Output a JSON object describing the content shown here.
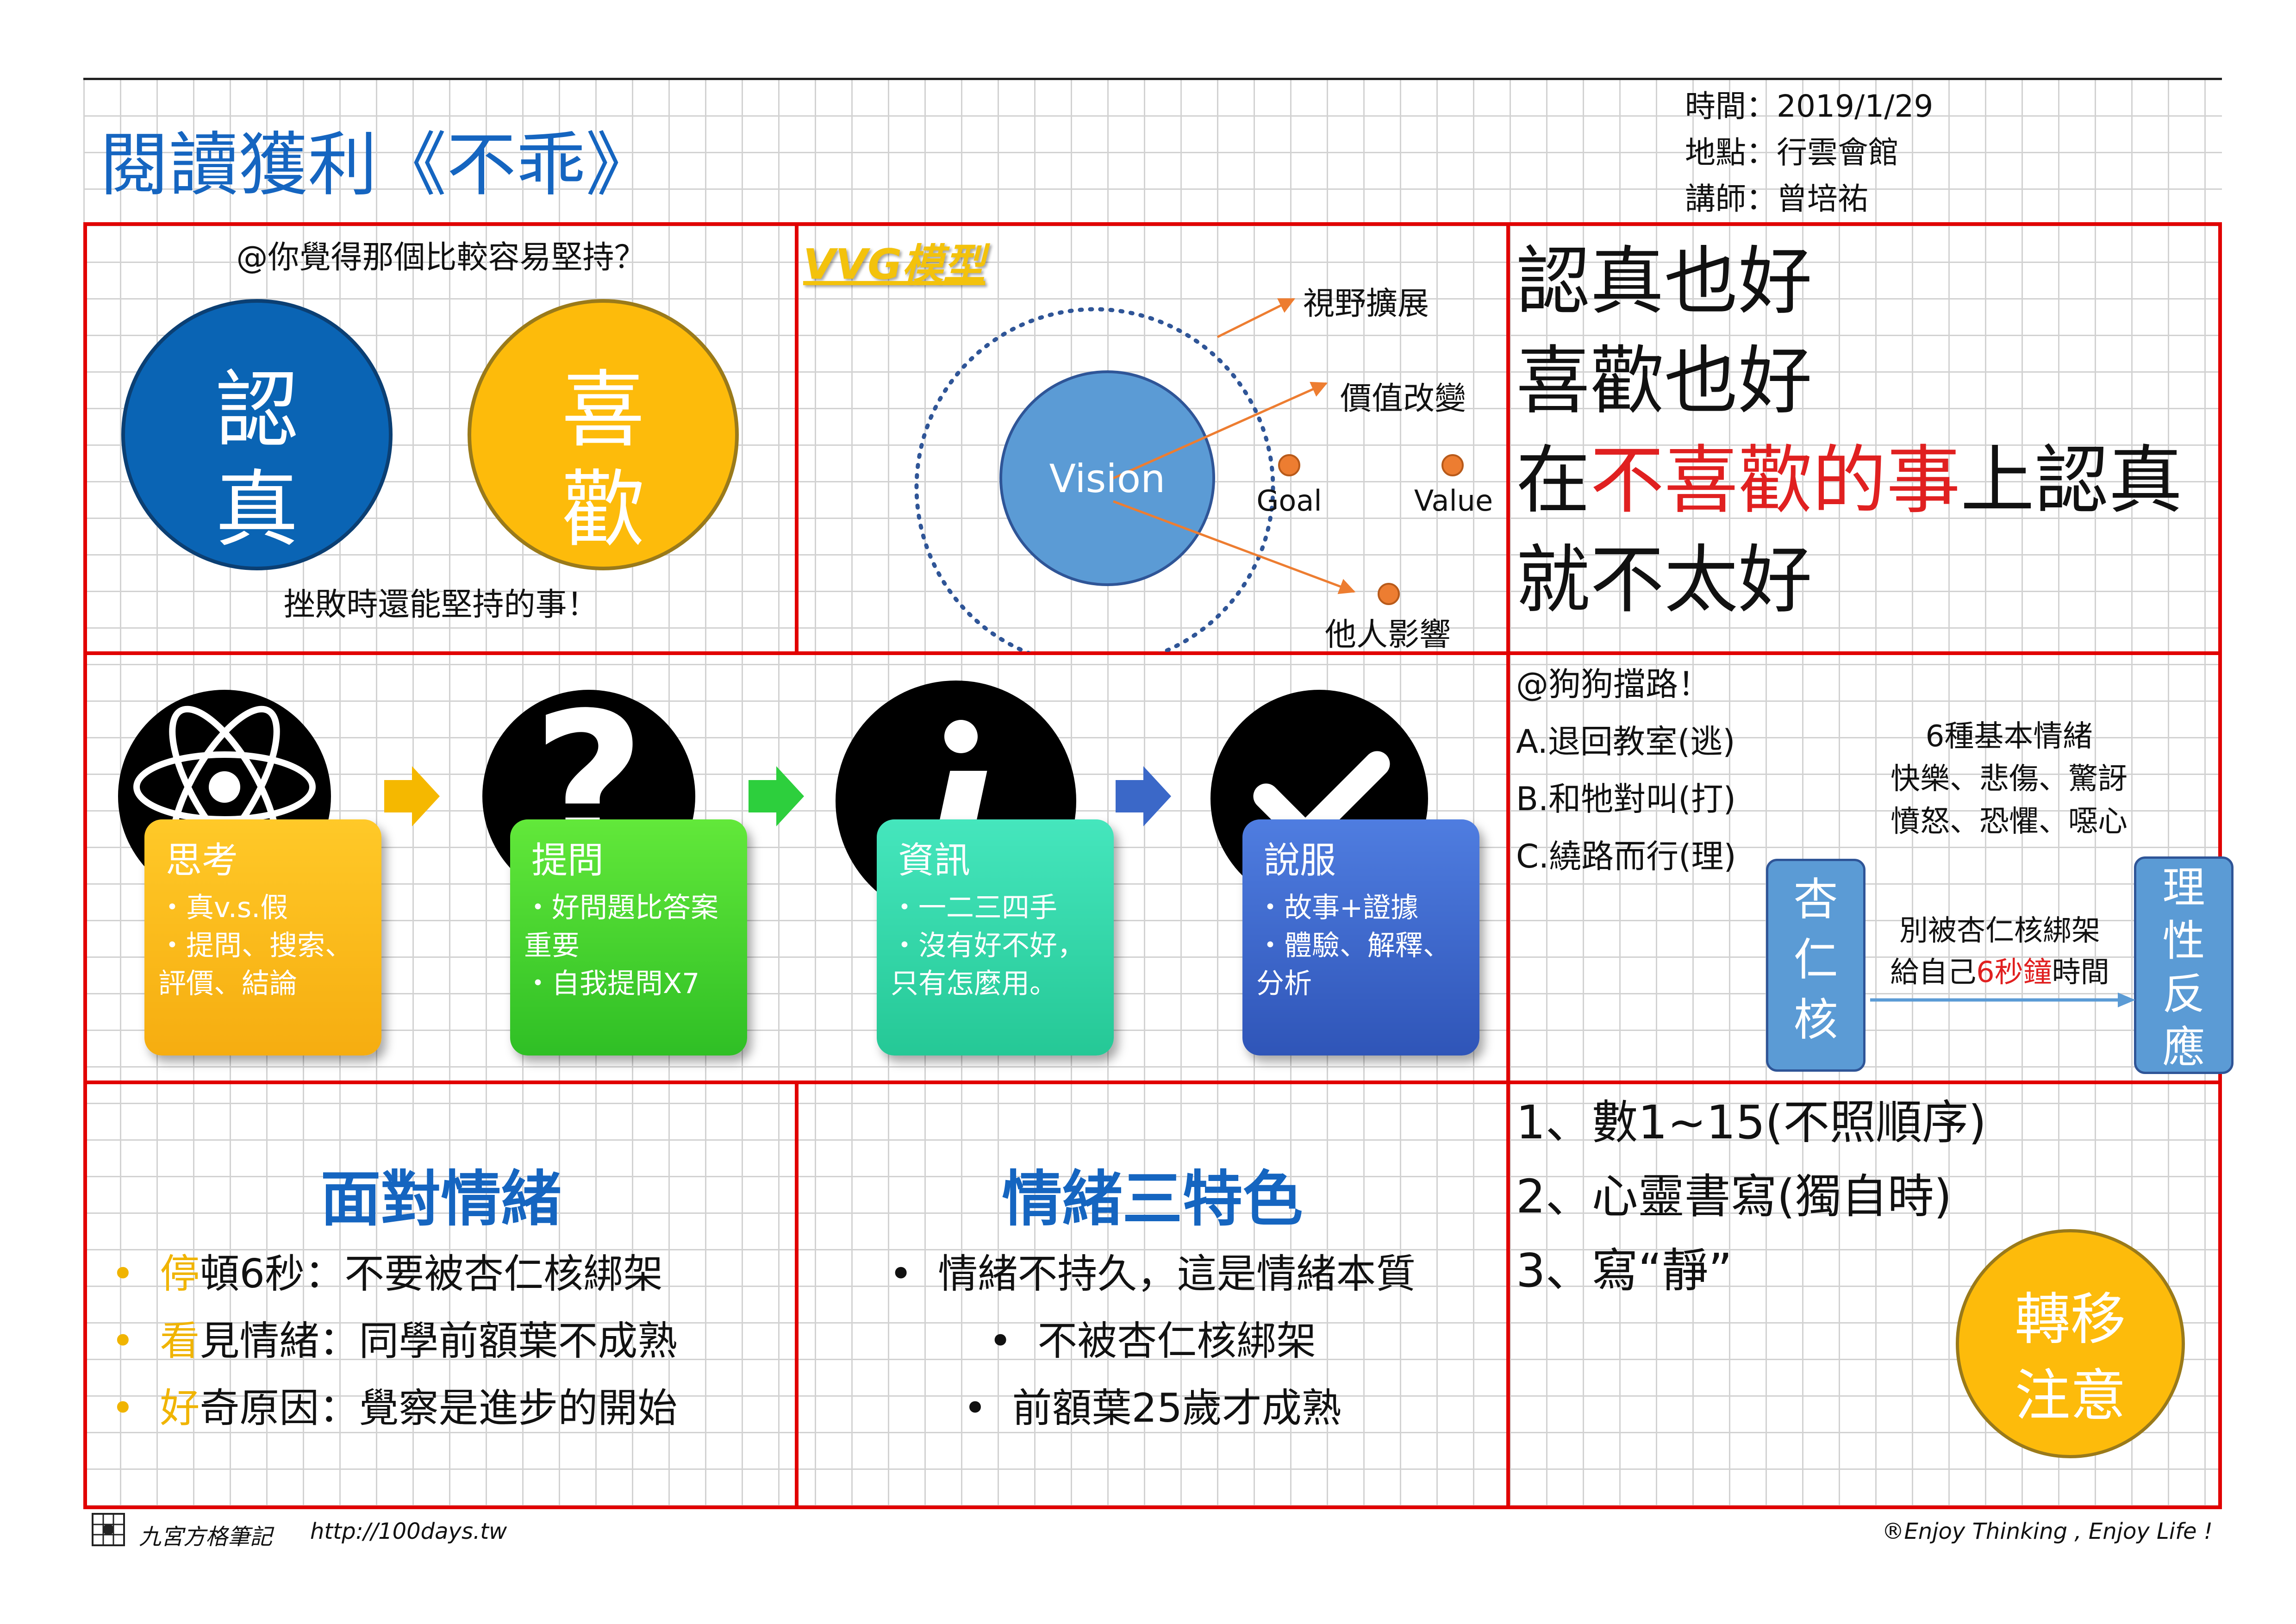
{
  "title": "閱讀獲利《不乖》",
  "meta": {
    "time": "時間：2019/1/29",
    "place": "地點：行雲會館",
    "teacher": "講師：曾培祐"
  },
  "cell1": {
    "question": "@你覺得那個比較容易堅持？",
    "left_circle": {
      "top": "認",
      "bottom": "真",
      "color": "#0a64b4"
    },
    "right_circle": {
      "top": "喜",
      "bottom": "歡",
      "color": "#fdbb0b"
    },
    "answer": "挫敗時還能堅持的事！"
  },
  "cell2": {
    "heading": "VVG模型",
    "vision": "Vision",
    "goal": "Goal",
    "value": "Value",
    "label1": "視野擴展",
    "label2": "價值改變",
    "label3": "他人影響"
  },
  "cell3": {
    "line1": "認真也好",
    "line2": "喜歡也好",
    "line3_a": "在",
    "line3_b": "不喜歡的事",
    "line3_c": "上認真",
    "line4": "就不太好"
  },
  "process": [
    {
      "title": "思考",
      "items": [
        "真v.s.假",
        "提問、搜索、評價、結論"
      ],
      "icon": "atom-icon"
    },
    {
      "title": "提問",
      "items": [
        "好問題比答案重要",
        "自我提問X7"
      ],
      "icon": "question-icon"
    },
    {
      "title": "資訊",
      "items": [
        "一二三四手",
        "沒有好不好，只有怎麼用。"
      ],
      "icon": "info-icon"
    },
    {
      "title": "說服",
      "items": [
        "故事+證據",
        "體驗、解釋、分析"
      ],
      "icon": "check-icon"
    }
  ],
  "cell6": {
    "heading": "@狗狗擋路！",
    "opt_a": "A.退回教室(逃)",
    "opt_b": "B.和牠對叫(打)",
    "opt_c": "C.繞路而行(理)",
    "emotions_title": "6種基本情緒",
    "emotions_1": "快樂、悲傷、驚訝",
    "emotions_2": "憤怒、恐懼、噁心",
    "amygdala": [
      "杏",
      "仁",
      "核"
    ],
    "rational": [
      "理",
      "性",
      "反",
      "應"
    ],
    "arrow_text1": "別被杏仁核綁架",
    "arrow_text2a": "給自己",
    "arrow_text2b": "6秒鐘",
    "arrow_text2c": "時間"
  },
  "cell7": {
    "heading": "面對情緒",
    "items": [
      {
        "key": "停",
        "rest": "頓6秒：不要被杏仁核綁架"
      },
      {
        "key": "看",
        "rest": "見情緒：同學前額葉不成熟"
      },
      {
        "key": "好",
        "rest": "奇原因：覺察是進步的開始"
      }
    ]
  },
  "cell8": {
    "heading": "情緒三特色",
    "items": [
      "情緒不持久，這是情緒本質",
      "不被杏仁核綁架",
      "前額葉25歲才成熟"
    ]
  },
  "cell9": {
    "item1": "1、數1~15(不照順序)",
    "item2": "2、心靈書寫(獨自時)",
    "item3": "3、寫“靜”",
    "circle_top": "轉移",
    "circle_bottom": "注意"
  },
  "footer": {
    "brand": "九宮方格筆記",
    "url": "http://100days.tw",
    "slogan": "®Enjoy Thinking , Enjoy Life !"
  },
  "colors": {
    "border": "#e10000",
    "blue_title": "#1565c0",
    "yellow": "#fdbb0b",
    "box_yellow": "#fbbf1f",
    "box_green": "#3fcf2f",
    "box_teal": "#2fd6a4",
    "box_blue": "#3b5fc0",
    "light_blue": "#5b9bd5",
    "accent_orange": "#ed7d31"
  }
}
